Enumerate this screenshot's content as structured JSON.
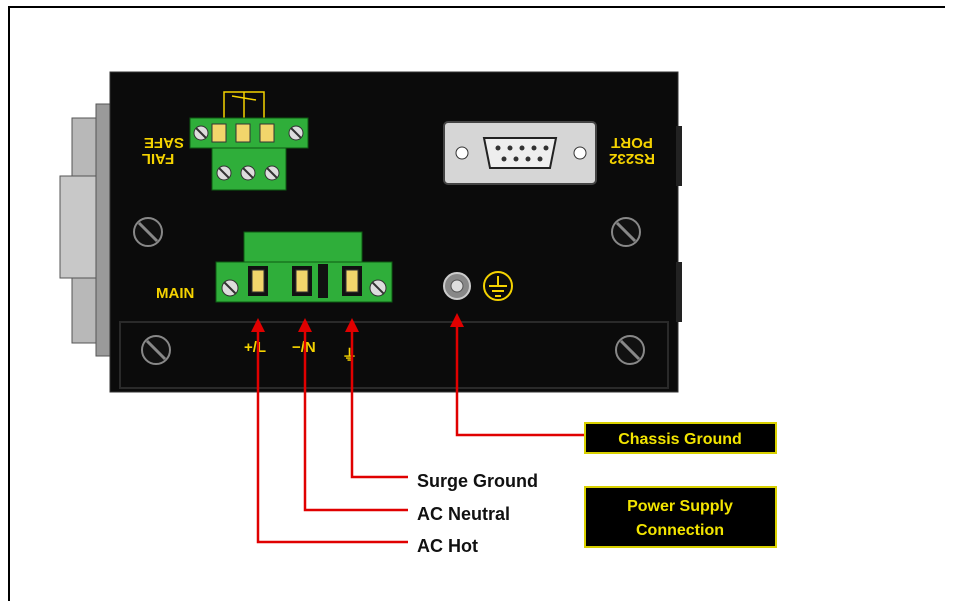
{
  "panel": {
    "fail_label": "FAIL",
    "safe_label": "SAFE",
    "rs232_label": "RS232",
    "port_label": "PORT",
    "main_label": "MAIN",
    "terminal_labels": [
      "+/L",
      "−/N",
      "⏚"
    ]
  },
  "annotations": {
    "surge_ground": "Surge Ground",
    "ac_neutral": "AC Neutral",
    "ac_hot": "AC Hot",
    "chassis_ground": "Chassis Ground",
    "power_supply_line1": "Power Supply",
    "power_supply_line2": "Connection"
  },
  "colors": {
    "panel": "#0b0b0b",
    "connector_green": "#2fae3a",
    "label_yellow": "#f5d300",
    "leader_red": "#e00000",
    "box_fill": "#000000",
    "box_border": "#d8d000"
  }
}
